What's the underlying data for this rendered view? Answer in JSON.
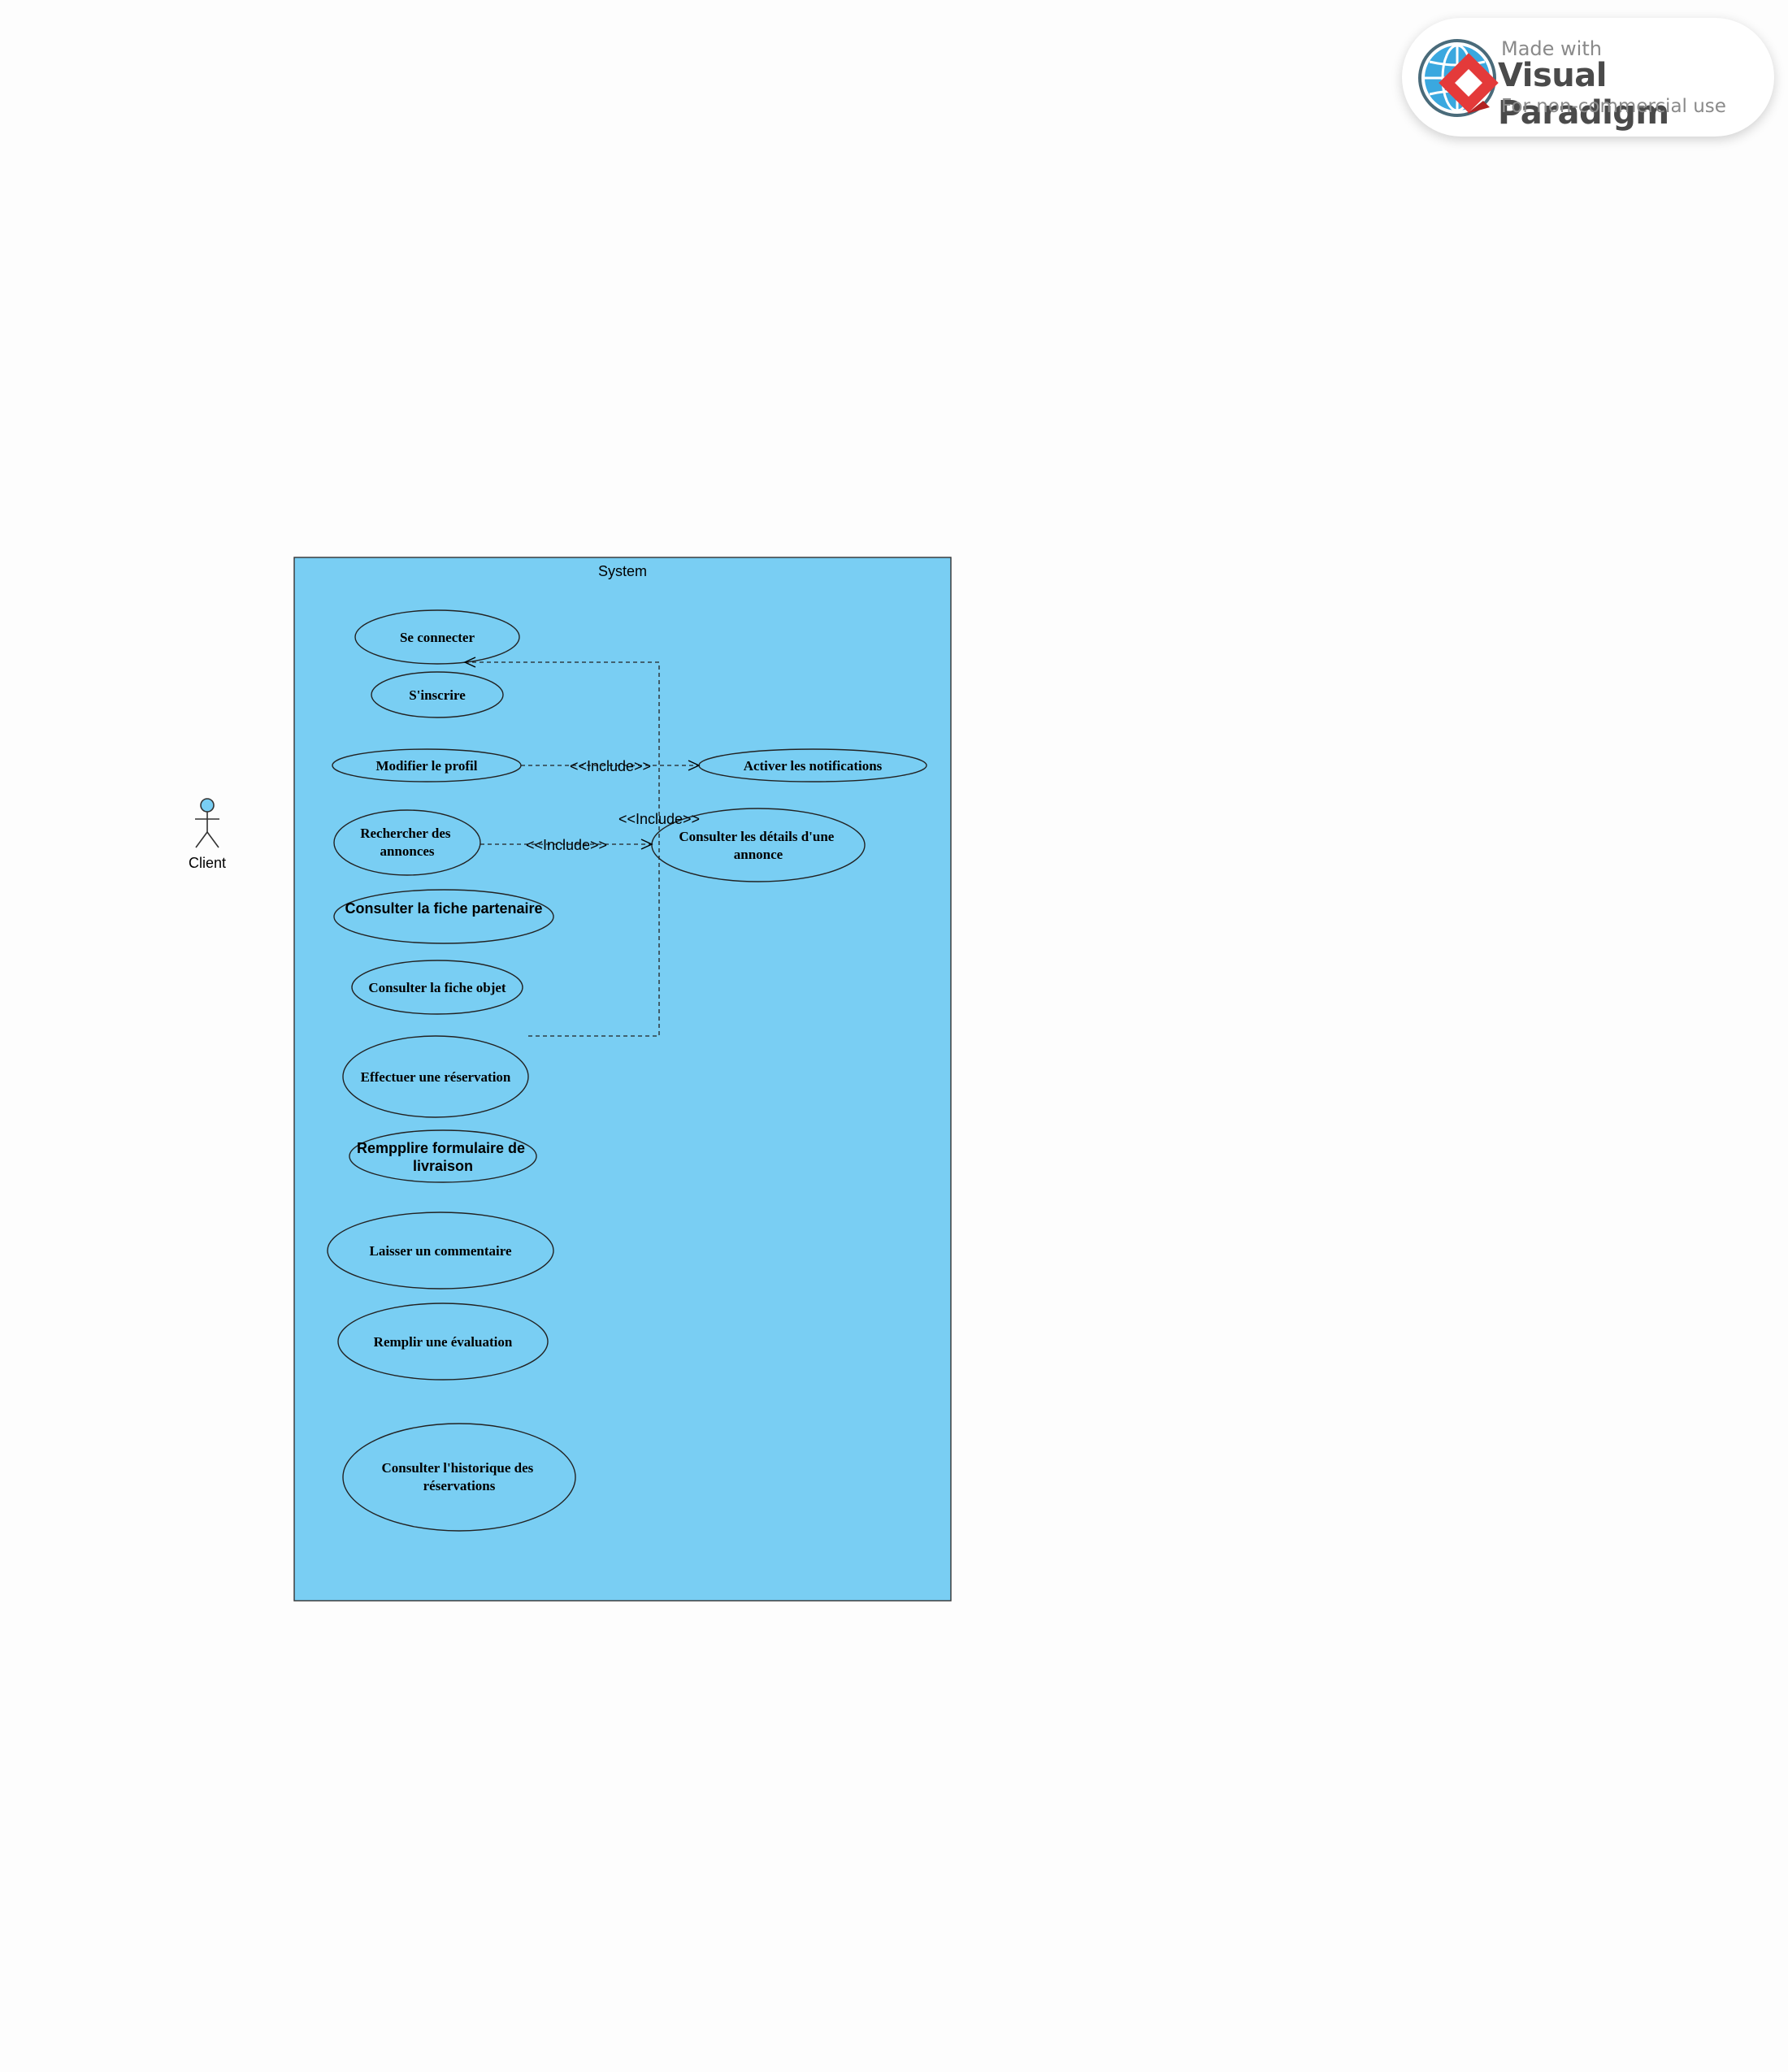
{
  "badge": {
    "made_with": "Made with",
    "brand": "Visual Paradigm",
    "note": "For non-commercial use"
  },
  "system": {
    "title": "System",
    "fill_color": "#79cef3"
  },
  "actor": {
    "label": "Client"
  },
  "use_cases": {
    "se_connecter": [
      "Se connecter"
    ],
    "s_inscrire": [
      "S'inscrire"
    ],
    "modifier_profil": [
      "Modifier le profil"
    ],
    "activer_notifications": [
      "Activer les notifications"
    ],
    "rechercher_annonces": [
      "Rechercher des",
      "annonces"
    ],
    "consulter_details": [
      "Consulter les détails d'une",
      "annonce"
    ],
    "consulter_fiche_partenaire": [
      "Consulter la fiche partenaire"
    ],
    "consulter_fiche_objet": [
      "Consulter la fiche objet"
    ],
    "effectuer_reservation": [
      "Effectuer une réservation"
    ],
    "remplir_formulaire_livraison": [
      "Rempplire formulaire de",
      "livraison"
    ],
    "laisser_commentaire": [
      "Laisser un commentaire"
    ],
    "remplir_evaluation": [
      "Remplir une évaluation"
    ],
    "consulter_historique": [
      "Consulter l'historique des",
      "réservations"
    ]
  },
  "relations": {
    "include_profil_notifications": "<<Include>>",
    "include_recherche_details": "<<Include>>",
    "include_reservation_details": "<<Include>>"
  }
}
